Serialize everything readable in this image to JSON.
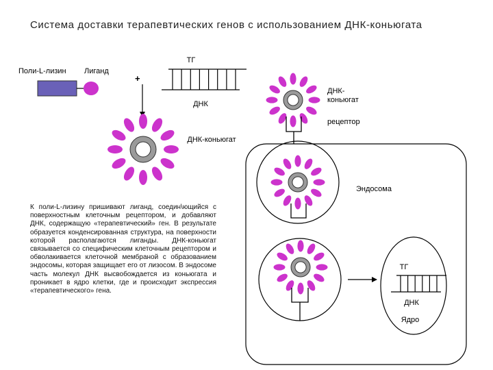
{
  "title": "Система доставки терапевтических генов с использованием ДНК-коньюгата",
  "labels": {
    "polylysine": "Поли-L-лизин",
    "ligand": "Лиганд",
    "plus": "+",
    "tg_top": "ТГ",
    "dna_top": "ДНК",
    "conjugate_left": "ДНК-коньюгат",
    "conjugate_right": "ДНК-\nконьюгат",
    "receptor": "рецептор",
    "endosome": "Эндосома",
    "tg_nucleus": "ТГ",
    "dna_nucleus": "ДНК",
    "nucleus": "Ядро"
  },
  "description": "К поли-L-лизину пришивают лиганд, соедин\\ющийся с поверхностным клеточным рецептором, и добавляют ДНК, содержащую «терапевтический» ген. В результате образуется конденсированная структура, на поверхности которой располагаются лиганды. ДНК-коньюгат связывается со специфическим клеточным рецептором и обволакивается клеточной мембраной с образованием эндосомы, которая защищает его от лизосом. В эндосоме часть молекул ДНК высвобождается из коньюгата и проникает в ядро клетки, где и происходит экспрессия «терапевтического» гена.",
  "colors": {
    "petal": "#cc33cc",
    "polylysine_fill": "#6a61b8",
    "ring": "#8a8a8a",
    "core": "#ffffff",
    "line": "#000000"
  }
}
